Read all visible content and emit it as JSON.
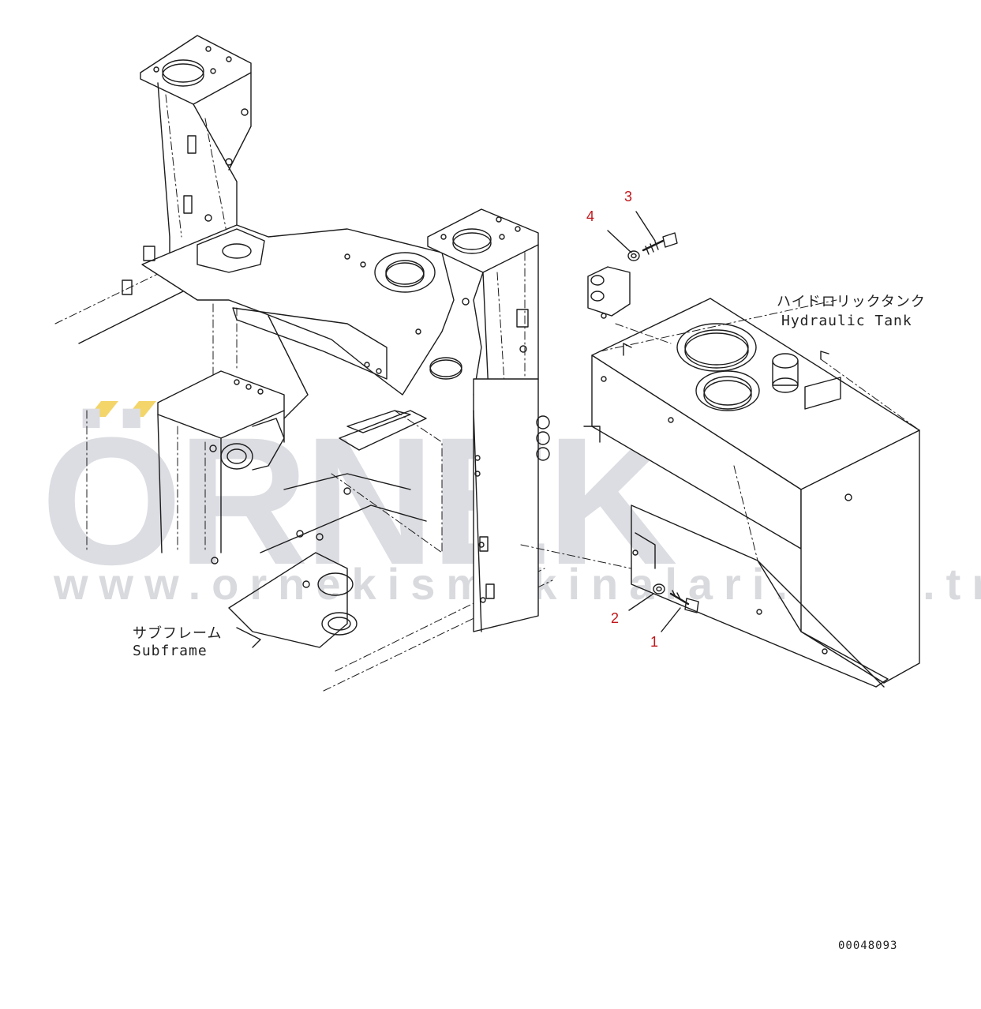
{
  "watermark": {
    "brand": "ÖRNEK",
    "url": "www.ornekismakinalari.com.tr"
  },
  "labels": {
    "subframe_jp": "サブフレーム",
    "subframe_en": "Subframe",
    "tank_jp": "ハイドロリックタンク",
    "tank_en": "Hydraulic Tank"
  },
  "callouts": [
    "1",
    "2",
    "3",
    "4"
  ],
  "drawing_id": "00048093",
  "colors": {
    "callout": "#c0161a",
    "line": "#1c1c1c",
    "watermark": "#dcdde2",
    "watermark_accent": "#f3d56a"
  }
}
